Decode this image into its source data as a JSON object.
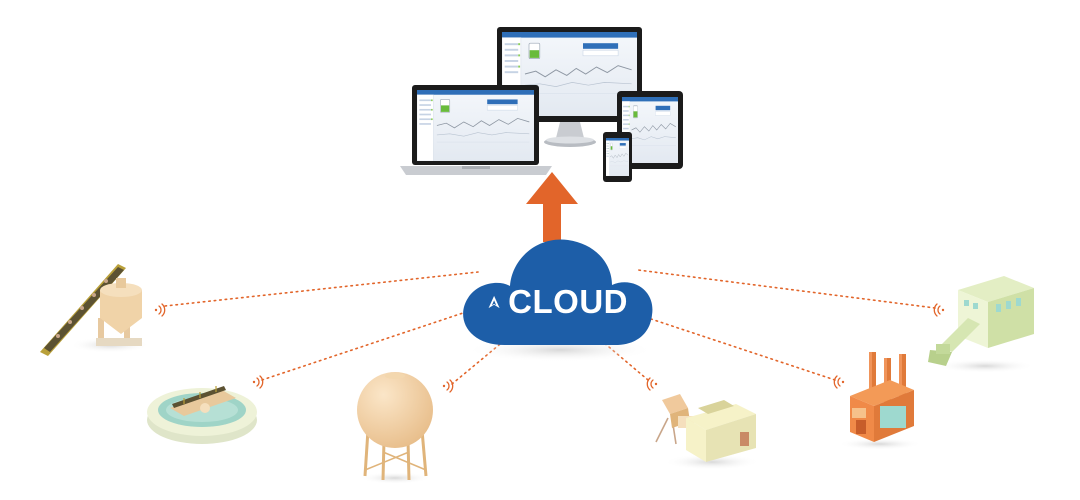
{
  "cloud": {
    "label": "CLOUD",
    "logo_icon": "a-chevron-logo-icon",
    "color": "#1d5ea8"
  },
  "upload_arrow": {
    "color": "#e2652a",
    "icon": "arrow-up-icon"
  },
  "connector_color": "#e2652a",
  "devices": [
    "desktop-monitor",
    "laptop",
    "tablet",
    "smartphone"
  ],
  "dashboard_accent": "#2f6fb8",
  "sites": [
    {
      "icon": "conveyor-silo-icon"
    },
    {
      "icon": "clarifier-tank-icon"
    },
    {
      "icon": "spherical-tank-icon"
    },
    {
      "icon": "pump-station-icon"
    },
    {
      "icon": "factory-smokestacks-icon"
    },
    {
      "icon": "processing-plant-icon"
    }
  ]
}
